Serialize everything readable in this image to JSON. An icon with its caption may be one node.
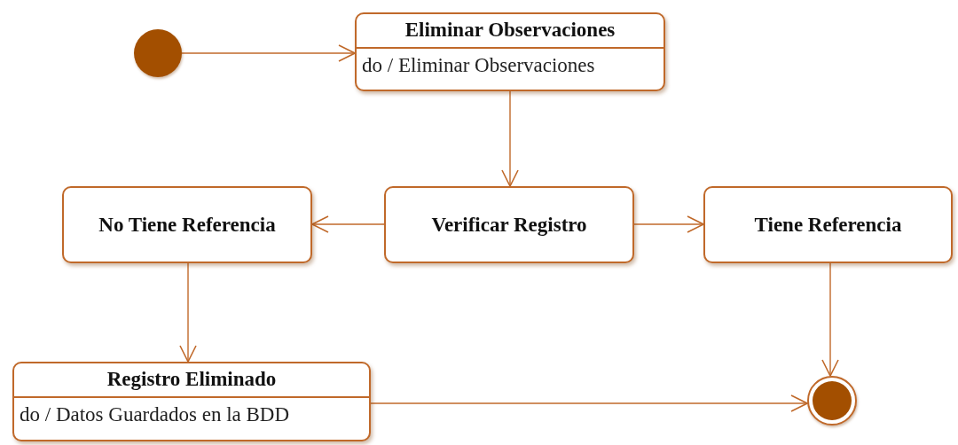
{
  "diagram": {
    "nodes": [
      {
        "text": [],
        "shape": "circle"
      },
      {
        "text": [
          "Eliminar Observaciones",
          "do / Eliminar Observaciones"
        ]
      },
      {
        "text": [
          "Verificar Registro"
        ]
      },
      {
        "text": [
          "No Tiene Referencia"
        ]
      },
      {
        "text": [
          "Tiene Referencia"
        ]
      },
      {
        "text": [
          "Registro Eliminado",
          "do / Datos Guardados en la BDD"
        ]
      },
      {
        "text": [],
        "shape": "circle"
      }
    ],
    "edges": [
      {
        "from": 0,
        "to": 1,
        "arrow": "to"
      },
      {
        "from": 1,
        "to": 2,
        "arrow": "to"
      },
      {
        "from": 2,
        "to": 3,
        "arrow": "to"
      },
      {
        "from": 2,
        "to": 4,
        "arrow": "to"
      },
      {
        "from": 3,
        "to": 5,
        "arrow": "to"
      },
      {
        "from": 4,
        "to": 6,
        "arrow": "to"
      },
      {
        "from": 5,
        "to": 6,
        "arrow": "to"
      }
    ]
  }
}
